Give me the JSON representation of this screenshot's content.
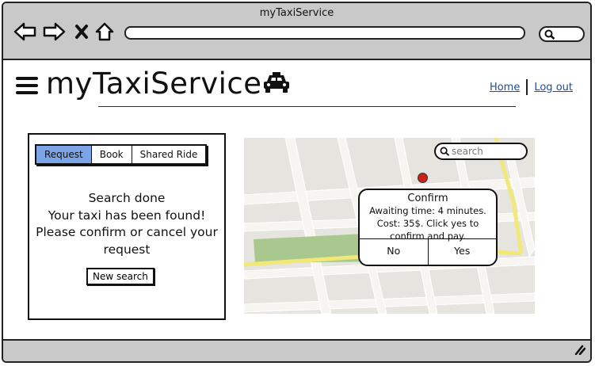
{
  "window": {
    "title": "myTaxiService"
  },
  "icons": {
    "back": "arrow-left-icon",
    "forward": "arrow-right-icon",
    "stop": "close-icon",
    "home": "home-icon",
    "search": "search-icon",
    "menu": "hamburger-icon",
    "taxi": "taxi-icon",
    "resize": "resize-grip-icon"
  },
  "header": {
    "brand": "myTaxiService",
    "links": {
      "home": "Home",
      "logout": "Log out"
    }
  },
  "panel": {
    "tabs": [
      {
        "label": "Request",
        "active": true
      },
      {
        "label": "Book",
        "active": false
      },
      {
        "label": "Shared Ride",
        "active": false
      }
    ],
    "message_lines": [
      "Search done",
      "Your taxi has been found!",
      "Please confirm or cancel your",
      "request"
    ],
    "new_search_label": "New search"
  },
  "map": {
    "search_placeholder": "search",
    "popup": {
      "title": "Confirm",
      "body_lines": [
        "Awaiting time: 4 minutes.",
        "Cost: 35$. Click yes to",
        "confirm and pay."
      ],
      "no_label": "No",
      "yes_label": "Yes"
    }
  },
  "colors": {
    "tab_active": "#7ba5e6",
    "pin": "#c8231d",
    "link": "#1a4f9c",
    "road_yellow": "#f2e87a",
    "park": "#a9c88f"
  }
}
